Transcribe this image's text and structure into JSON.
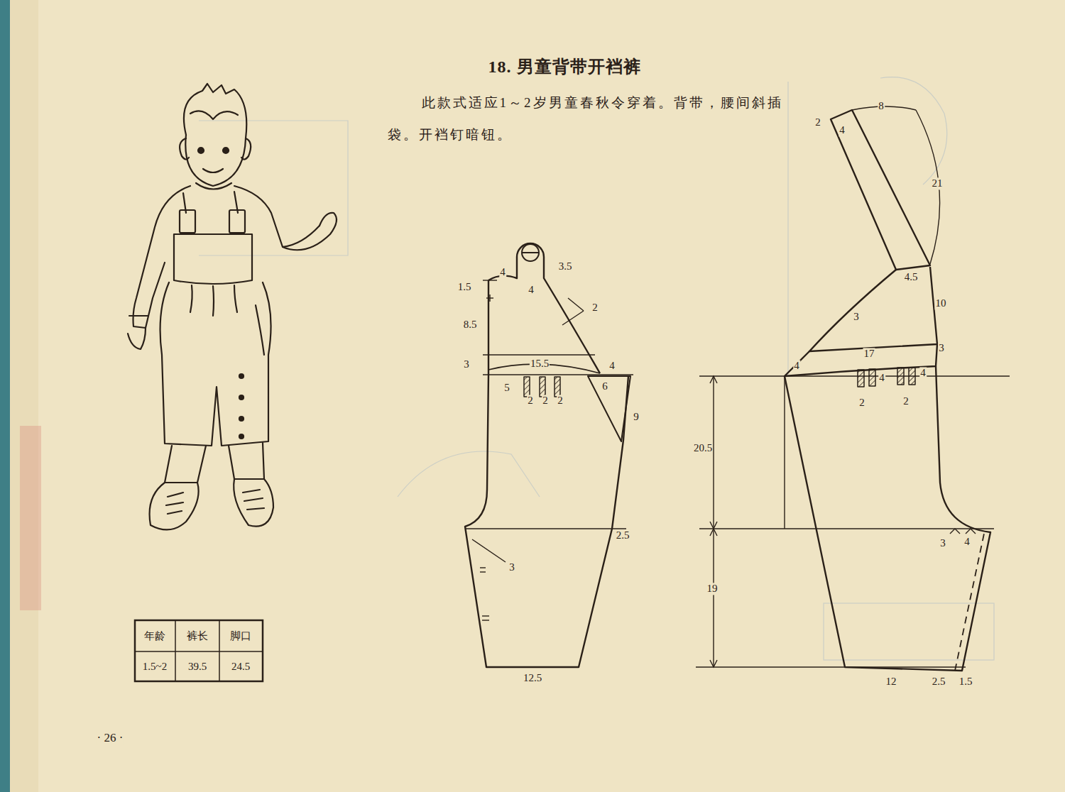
{
  "diagram": {
    "title": "18. 男童背带开裆裤",
    "labels": [
      "此款式适应1～2岁男童春秋令穿着。背带，腰间斜插袋。开裆钉暗钮。",
      "年龄",
      "裤长",
      "脚口",
      "1.5~2",
      "39.5",
      "24.5",
      "· 26 ·",
      "4",
      "3.5",
      "1.5",
      "4",
      "2",
      "8.5",
      "3",
      "15.5",
      "4",
      "5",
      "6",
      "2",
      "2",
      "2",
      "9",
      "2.5",
      "3",
      "12.5",
      "2",
      "4",
      "8",
      "21",
      "4.5",
      "10",
      "3",
      "17",
      "3",
      "4",
      "4",
      "4",
      "2",
      "2",
      "20.5",
      "19",
      "3",
      "4",
      "12",
      "2.5",
      "1.5"
    ]
  }
}
